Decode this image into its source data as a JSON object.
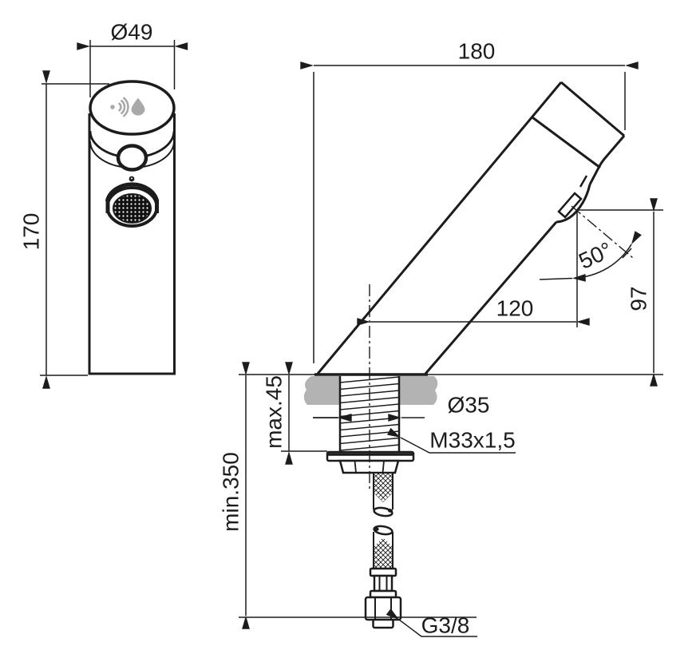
{
  "drawing": {
    "type": "technical-dimension-drawing",
    "subject": "sensor faucet with front and side views",
    "line_color": "#1c1c1c",
    "countertop_color": "#b3b3b3",
    "icon_color": "#a9a9a9",
    "front_view": {
      "dim_cap_diameter": "Ø49",
      "dim_body_height": "170"
    },
    "side_view": {
      "dim_overall_length": "180",
      "dim_spout_angle": "50°",
      "dim_spout_height": "97",
      "dim_spout_reach": "120",
      "dim_max_deck_thickness": "max.45",
      "dim_hole_diameter": "Ø35",
      "dim_shank_thread": "M33x1,5",
      "dim_min_hose_length": "min.350",
      "dim_inlet_thread": "G3/8"
    },
    "icons": {
      "sensor_waves": "proximity-waves-icon",
      "water_drop": "water-drop-icon"
    }
  }
}
